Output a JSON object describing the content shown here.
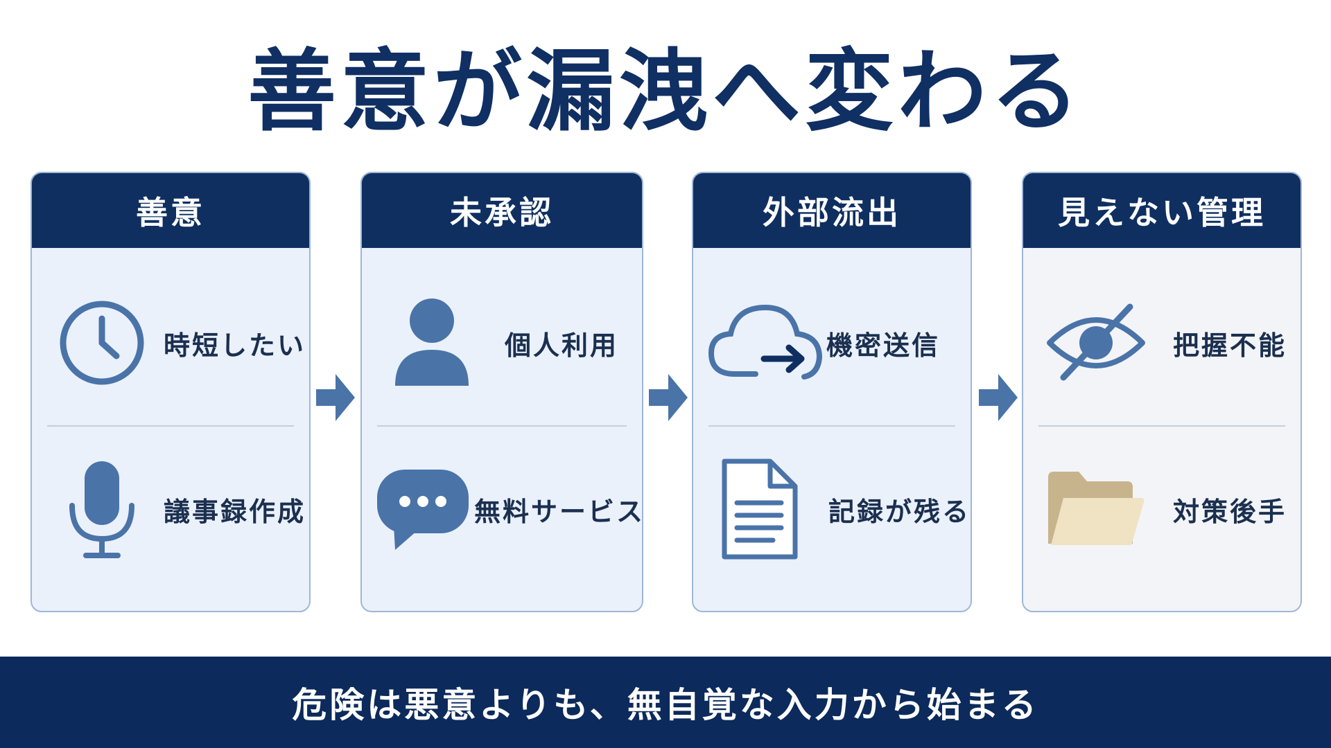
{
  "title": "善意が漏洩へ変わる",
  "cards": [
    {
      "header": "善意",
      "items": [
        {
          "icon": "clock-icon",
          "label": "時短したい"
        },
        {
          "icon": "microphone-icon",
          "label": "議事録作成"
        }
      ]
    },
    {
      "header": "未承認",
      "items": [
        {
          "icon": "person-icon",
          "label": "個人利用"
        },
        {
          "icon": "chat-bubble-icon",
          "label": "無料サービス"
        }
      ]
    },
    {
      "header": "外部流出",
      "items": [
        {
          "icon": "cloud-upload-icon",
          "label": "機密送信"
        },
        {
          "icon": "document-icon",
          "label": "記録が残る"
        }
      ]
    },
    {
      "header": "見えない管理",
      "items": [
        {
          "icon": "eye-slash-icon",
          "label": "把握不能"
        },
        {
          "icon": "folder-icon",
          "label": "対策後手"
        }
      ]
    }
  ],
  "footer": "危険は悪意よりも、無自覚な入力から始まる",
  "colors": {
    "navy": "#0f2f61",
    "icon_blue": "#4a73a8",
    "card_bg": "#eaf1fb",
    "card_bg_gray": "#f2f4f7",
    "folder_tan": "#c8b48c"
  }
}
